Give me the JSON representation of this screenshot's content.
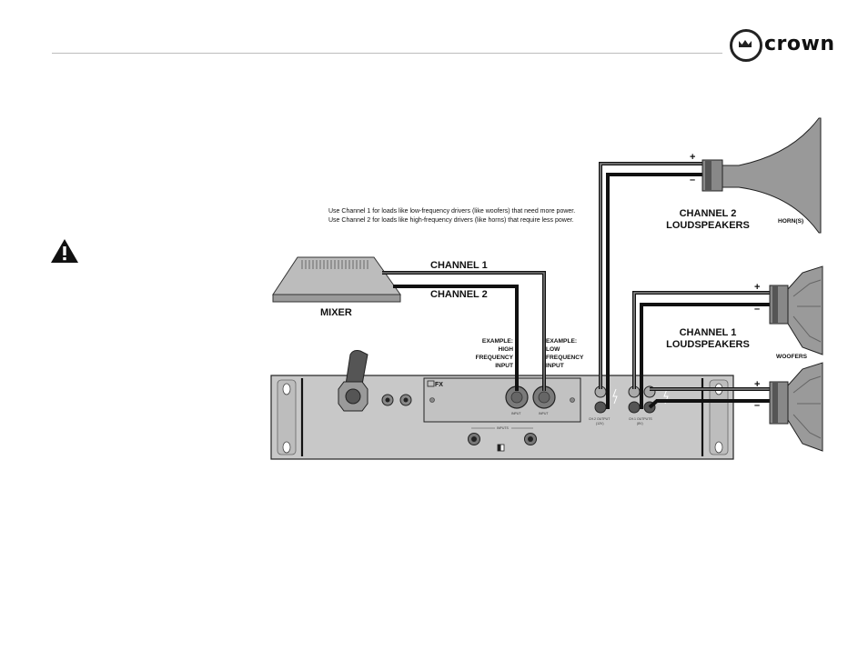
{
  "header": {
    "brand": "crown"
  },
  "notes": {
    "line1": "Use Channel 1 for loads like low-frequency drivers (like woofers) that need more power.",
    "line2": "Use Channel 2 for loads like high-frequency drivers (like horns) that require less power."
  },
  "labels": {
    "channel1": "CHANNEL 1",
    "channel2": "CHANNEL 2",
    "mixer": "MIXER",
    "ex_high": [
      "EXAMPLE:",
      "HIGH",
      "FREQUENCY",
      "INPUT"
    ],
    "ex_low": [
      "EXAMPLE:",
      "LOW",
      "FREQUENCY",
      "INPUT"
    ],
    "ch2_speakers": [
      "CHANNEL 2",
      "LOUDSPEAKERS"
    ],
    "ch1_speakers": [
      "CHANNEL 1",
      "LOUDSPEAKERS"
    ],
    "horns": "HORN(S)",
    "woofers": "WOOFERS",
    "plus": "+",
    "minus": "–",
    "fx": "FX",
    "inputs": "INPUTS",
    "input": "INPUT",
    "out_single": [
      "CH.2 OUTPUT",
      "(12V)"
    ],
    "out_multi": [
      "CH.1 OUTPUTS",
      "(8V)"
    ]
  }
}
